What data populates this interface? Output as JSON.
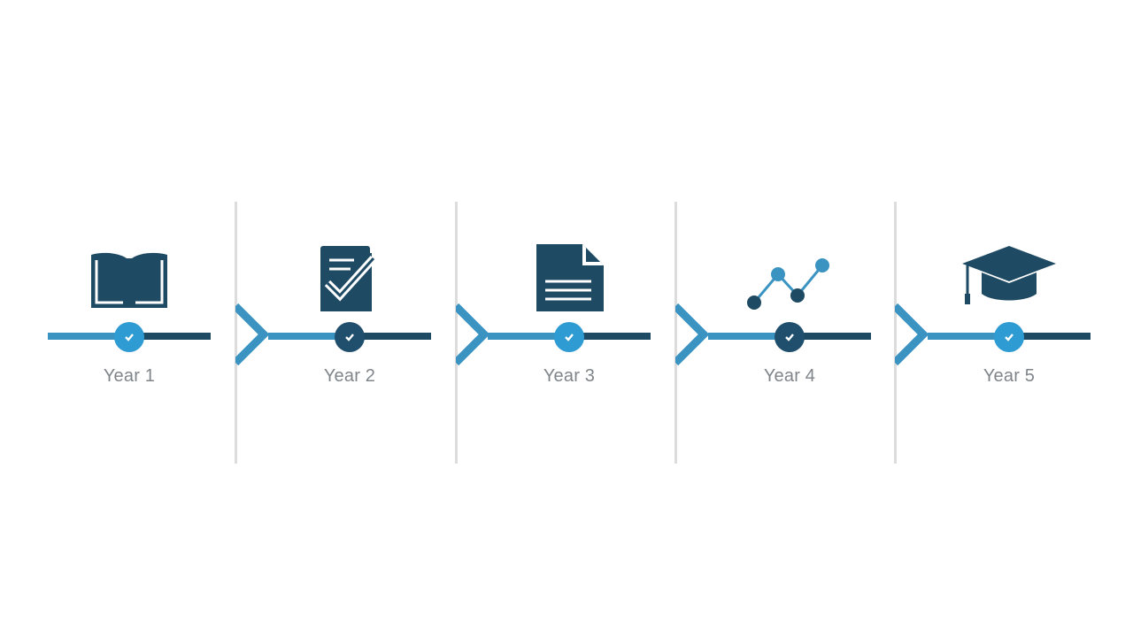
{
  "steps": [
    {
      "label": "Year 1",
      "icon": "open-book-icon",
      "node_color": "#2f9bd3"
    },
    {
      "label": "Year 2",
      "icon": "checklist-icon",
      "node_color": "#1f4f6d"
    },
    {
      "label": "Year 3",
      "icon": "document-icon",
      "node_color": "#2f9bd3"
    },
    {
      "label": "Year 4",
      "icon": "line-chart-icon",
      "node_color": "#1f4f6d"
    },
    {
      "label": "Year 5",
      "icon": "graduation-cap-icon",
      "node_color": "#2f9bd3"
    }
  ],
  "colors": {
    "dark_blue": "#1f4a63",
    "light_blue": "#3b93c2",
    "divider": "#dcdcdc",
    "label": "#7f858a"
  }
}
